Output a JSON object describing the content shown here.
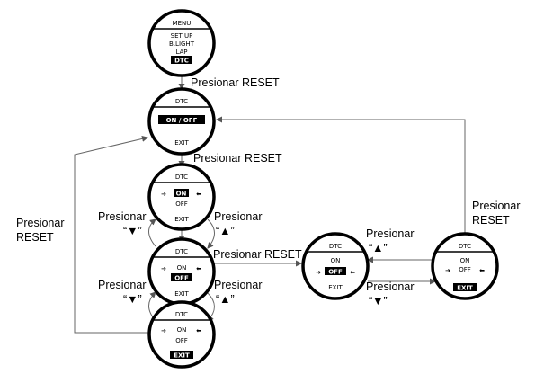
{
  "menu": {
    "title": "MENU",
    "items": [
      "SET UP",
      "B.LIGHT",
      "LAP",
      "DTC"
    ]
  },
  "dtc_title": "DTC",
  "on_off_label": "ON / OFF",
  "on": "ON",
  "off": "OFF",
  "exit": "EXIT",
  "arrow_right": "➔",
  "arrow_left": "⬅",
  "labels": {
    "press_reset": "Presionar RESET",
    "press": "Presionar",
    "reset": "RESET",
    "down_btn": "“▼”",
    "up_btn": "“▲”"
  }
}
